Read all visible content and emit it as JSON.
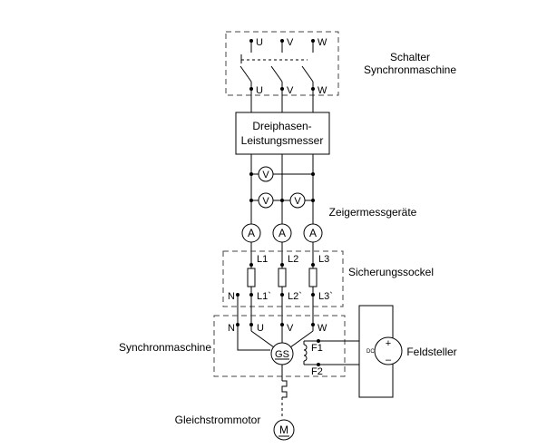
{
  "labels": {
    "schalter_line1": "Schalter",
    "schalter_line2": "Synchronmaschine",
    "leistung_line1": "Dreiphasen-",
    "leistung_line2": "Leistungsmesser",
    "zeigermess": "Zeigermessgeräte",
    "sicherung": "Sicherungssockel",
    "synchron": "Synchronmaschine",
    "feldsteller": "Feldsteller",
    "gleichstrom": "Gleichstrommotor"
  },
  "terminals": {
    "u": "U",
    "v": "V",
    "w": "W",
    "n": "N",
    "l1": "L1",
    "l2": "L2",
    "l3": "L3",
    "l1p": "L1`",
    "l2p": "L2`",
    "l3p": "L3`",
    "f1": "F1",
    "f2": "F2"
  },
  "symbols": {
    "voltmeter": "V",
    "ammeter": "A",
    "gs": "GS",
    "motor": "M",
    "dc": "DC",
    "plus": "+",
    "minus": "–"
  }
}
